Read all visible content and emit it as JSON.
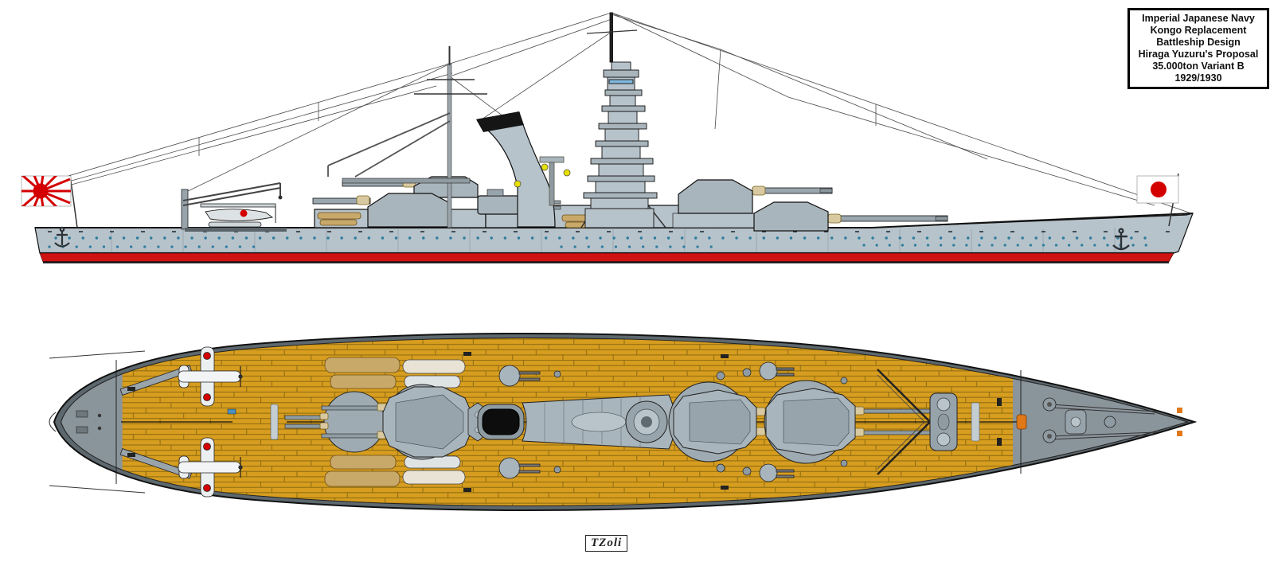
{
  "title_box": {
    "lines": [
      "Imperial Japanese Navy",
      "Kongo Replacement",
      "Battleship Design",
      "Hiraga Yuzuru's Proposal",
      "35.000ton Variant B",
      "1929/1930"
    ]
  },
  "signature": {
    "text": "TZoli"
  },
  "colors": {
    "hull_gray": "#b7c3cb",
    "structure_gray": "#a9b5bc",
    "mid_gray": "#98a4ab",
    "dark_gray": "#5f6a70",
    "deck_wood": "#d79d1f",
    "plank_line": "#8a6a10",
    "waterline_red": "#cf1212",
    "boot_black": "#111111",
    "porthole_blue": "#2e7d9e",
    "searchlight_yellow": "#e8e000",
    "flag_red": "#d40000",
    "boat_tan": "#c9a96a",
    "plan_deck_gray": "#8a949b",
    "plan_rim_gray": "#5d686e",
    "accent_orange": "#e07818"
  }
}
